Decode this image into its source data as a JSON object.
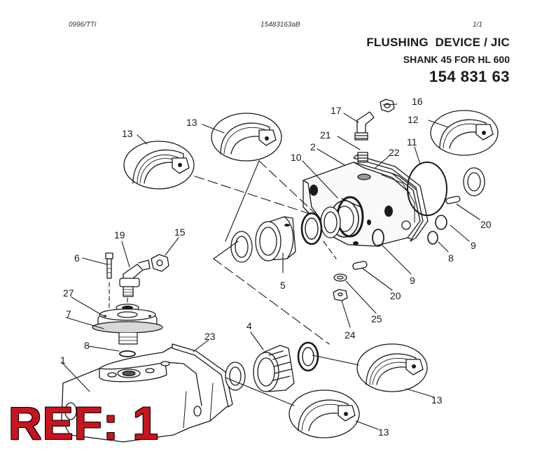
{
  "header": {
    "doc_code": "0996/TTi",
    "drawing_no": "15483163aB",
    "page": "1/1",
    "title": "FLUSHING  DEVICE / JIC",
    "subtitle": "SHANK 45 FOR HL 600",
    "part_number": "154 831 63"
  },
  "callouts": [
    "16",
    "17",
    "12",
    "13",
    "21",
    "22",
    "11",
    "13",
    "2",
    "10",
    "20",
    "9",
    "8",
    "9",
    "20",
    "25",
    "24",
    "19",
    "15",
    "6",
    "5",
    "27",
    "7",
    "8",
    "23",
    "4",
    "1",
    "13",
    "13"
  ],
  "stamp": "REF: 1",
  "colors": {
    "line": "#1a1a1a",
    "stamp": "#c8141e"
  }
}
